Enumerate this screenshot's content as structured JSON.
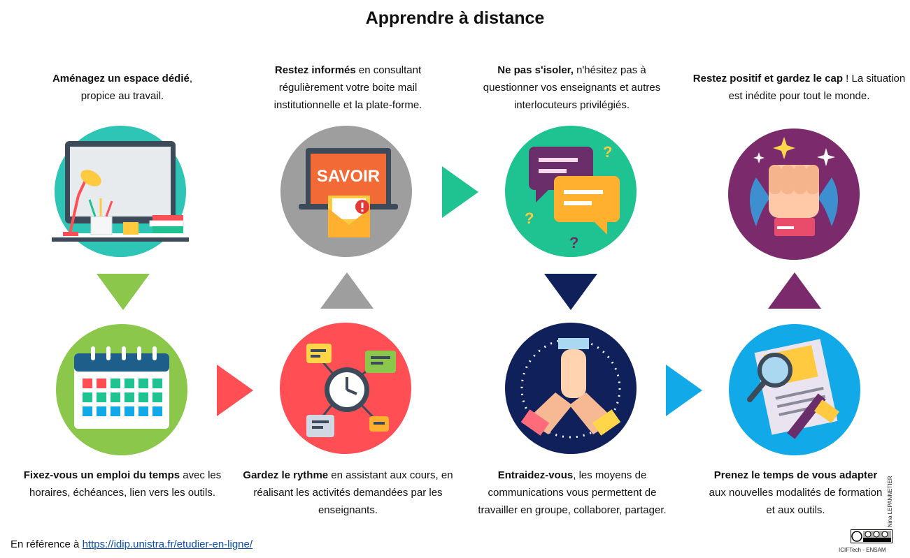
{
  "title": "Apprendre à distance",
  "steps": [
    {
      "bold": "Aménagez un espace dédié",
      "rest": ",\npropice au travail."
    },
    {
      "bold": "Restez informés",
      "rest": " en consultant régulièrement votre boite mail institutionnelle et la plate-forme."
    },
    {
      "bold": "Ne pas s'isoler,",
      "rest": " n'hésitez pas à questionner vos enseignants et autres interlocuteurs privilégiés."
    },
    {
      "bold": "Restez positif et gardez le cap",
      "rest": " ! La situation est inédite pour tout le monde."
    },
    {
      "bold": "Fixez-vous un emploi du temps",
      "rest": " avec les horaires, échéances, lien vers les outils."
    },
    {
      "bold": "Gardez le rythme",
      "rest": " en assistant aux cours, en réalisant les activités demandées par les enseignants."
    },
    {
      "bold": "Entraidez-vous",
      "rest": ", les moyens de communications vous permettent de travailler en groupe, collaborer, partager."
    },
    {
      "bold": "Prenez le temps de vous adapter",
      "rest": " aux nouvelles modalités de formation et aux outils."
    }
  ],
  "savoir_label": "SAVOIR",
  "footer": {
    "prefix": "En référence à ",
    "link": "https://idip.unistra.fr/etudier-en-ligne/"
  },
  "credit": "ICIFTech - ENSAM",
  "author": "Nina LEPANNETIER",
  "colors": {
    "teal": "#2ec4b6",
    "gray": "#9e9e9e",
    "green_circle": "#1ec391",
    "purple": "#7b2a6b",
    "lime": "#8ac74a",
    "red": "#ff4f55",
    "navy": "#10205a",
    "blue": "#12a9e8"
  }
}
